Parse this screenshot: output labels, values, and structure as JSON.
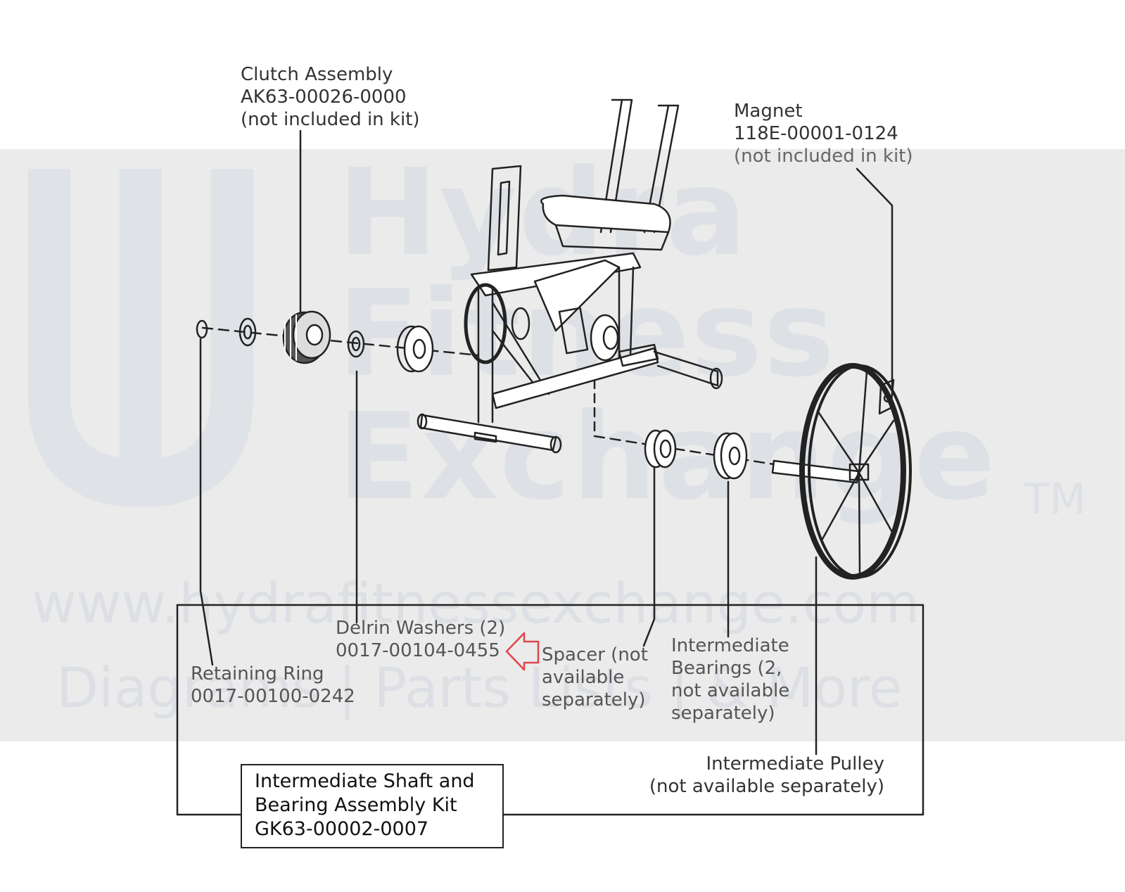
{
  "watermark": {
    "brand_line1": "Hydra",
    "brand_line2": "Fitness",
    "brand_line3": "Exchange",
    "trademark": "TM",
    "url": "www.hydrafitnessexchange.com",
    "tagline": "Diagrams | Parts Lists | & More"
  },
  "labels": {
    "clutch": [
      "Clutch Assembly",
      "AK63-00026-0000",
      "(not included in kit)"
    ],
    "magnet": [
      "Magnet",
      "118E-00001-0124",
      "(not included in kit)"
    ],
    "delrin": [
      "Delrin Washers (2)",
      "0017-00104-0455"
    ],
    "retaining": [
      "Retaining Ring",
      "0017-00100-0242"
    ],
    "spacer": [
      "Spacer (not",
      "available",
      "separately)"
    ],
    "bearings": [
      "Intermediate",
      "Bearings (2,",
      "not available",
      "separately)"
    ],
    "pulley": [
      "Intermediate Pulley",
      "(not available separately)"
    ]
  },
  "kit": {
    "lines": [
      "Intermediate Shaft and",
      "Bearing Assembly Kit",
      "GK63-00002-0007"
    ]
  },
  "colors": {
    "line": "#222222",
    "arrow": "#e0454a",
    "watermark": "#dde1e6"
  }
}
